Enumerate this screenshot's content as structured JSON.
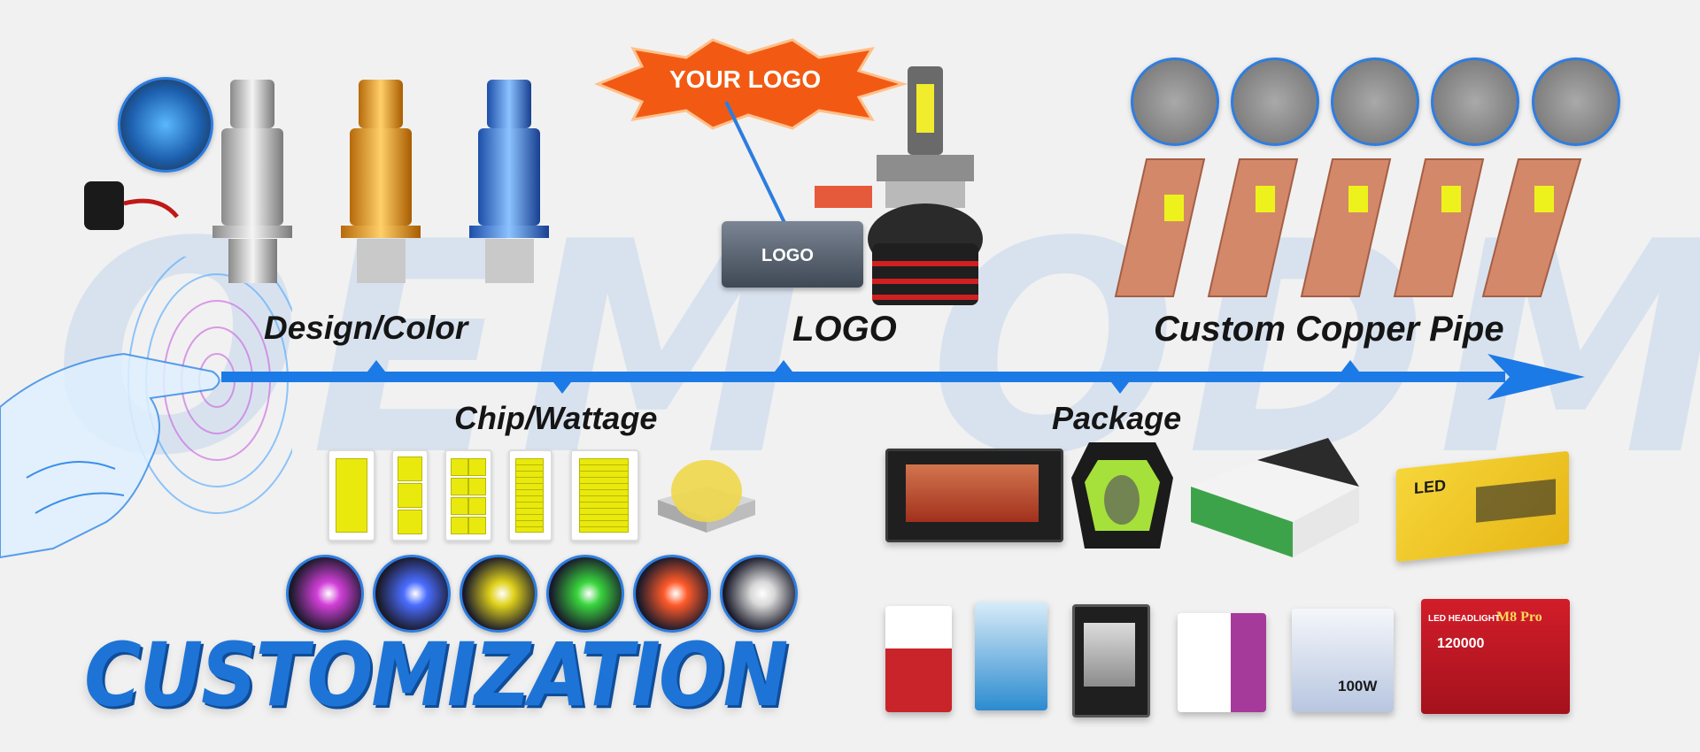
{
  "watermark": "OEM ODM",
  "title": "CUSTOMIZATION",
  "timeline": {
    "top_labels": [
      "Design/Color",
      "LOGO",
      "Custom Copper Pipe"
    ],
    "bottom_labels": [
      "Chip/Wattage",
      "Package"
    ]
  },
  "logo_badge": "YOUR LOGO",
  "driver_logo": "LOGO",
  "package_texts": {
    "box_led": "LED",
    "box_m8": "M8 Pro",
    "box_headlight": "LED HEADLIGHT",
    "box_120000": "120000",
    "box_100w": "100W"
  },
  "glow_colors": [
    "#d23fd8",
    "#4a6dff",
    "#e0d21c",
    "#39d43d",
    "#ff5a2a",
    "#d8d8d8"
  ],
  "colors": {
    "accent_blue": "#1e74d6",
    "arrow_blue": "#1c7ae6",
    "copper": "#d4886a",
    "chip_yellow": "#e9e90e",
    "badge_orange": "#f25a14"
  },
  "icons": {
    "bulb": "led-headlight-bulb-icon",
    "copper": "copper-pipe-icon",
    "chip": "led-chip-icon",
    "package": "package-box-icon",
    "hand": "pointing-hand-icon"
  }
}
